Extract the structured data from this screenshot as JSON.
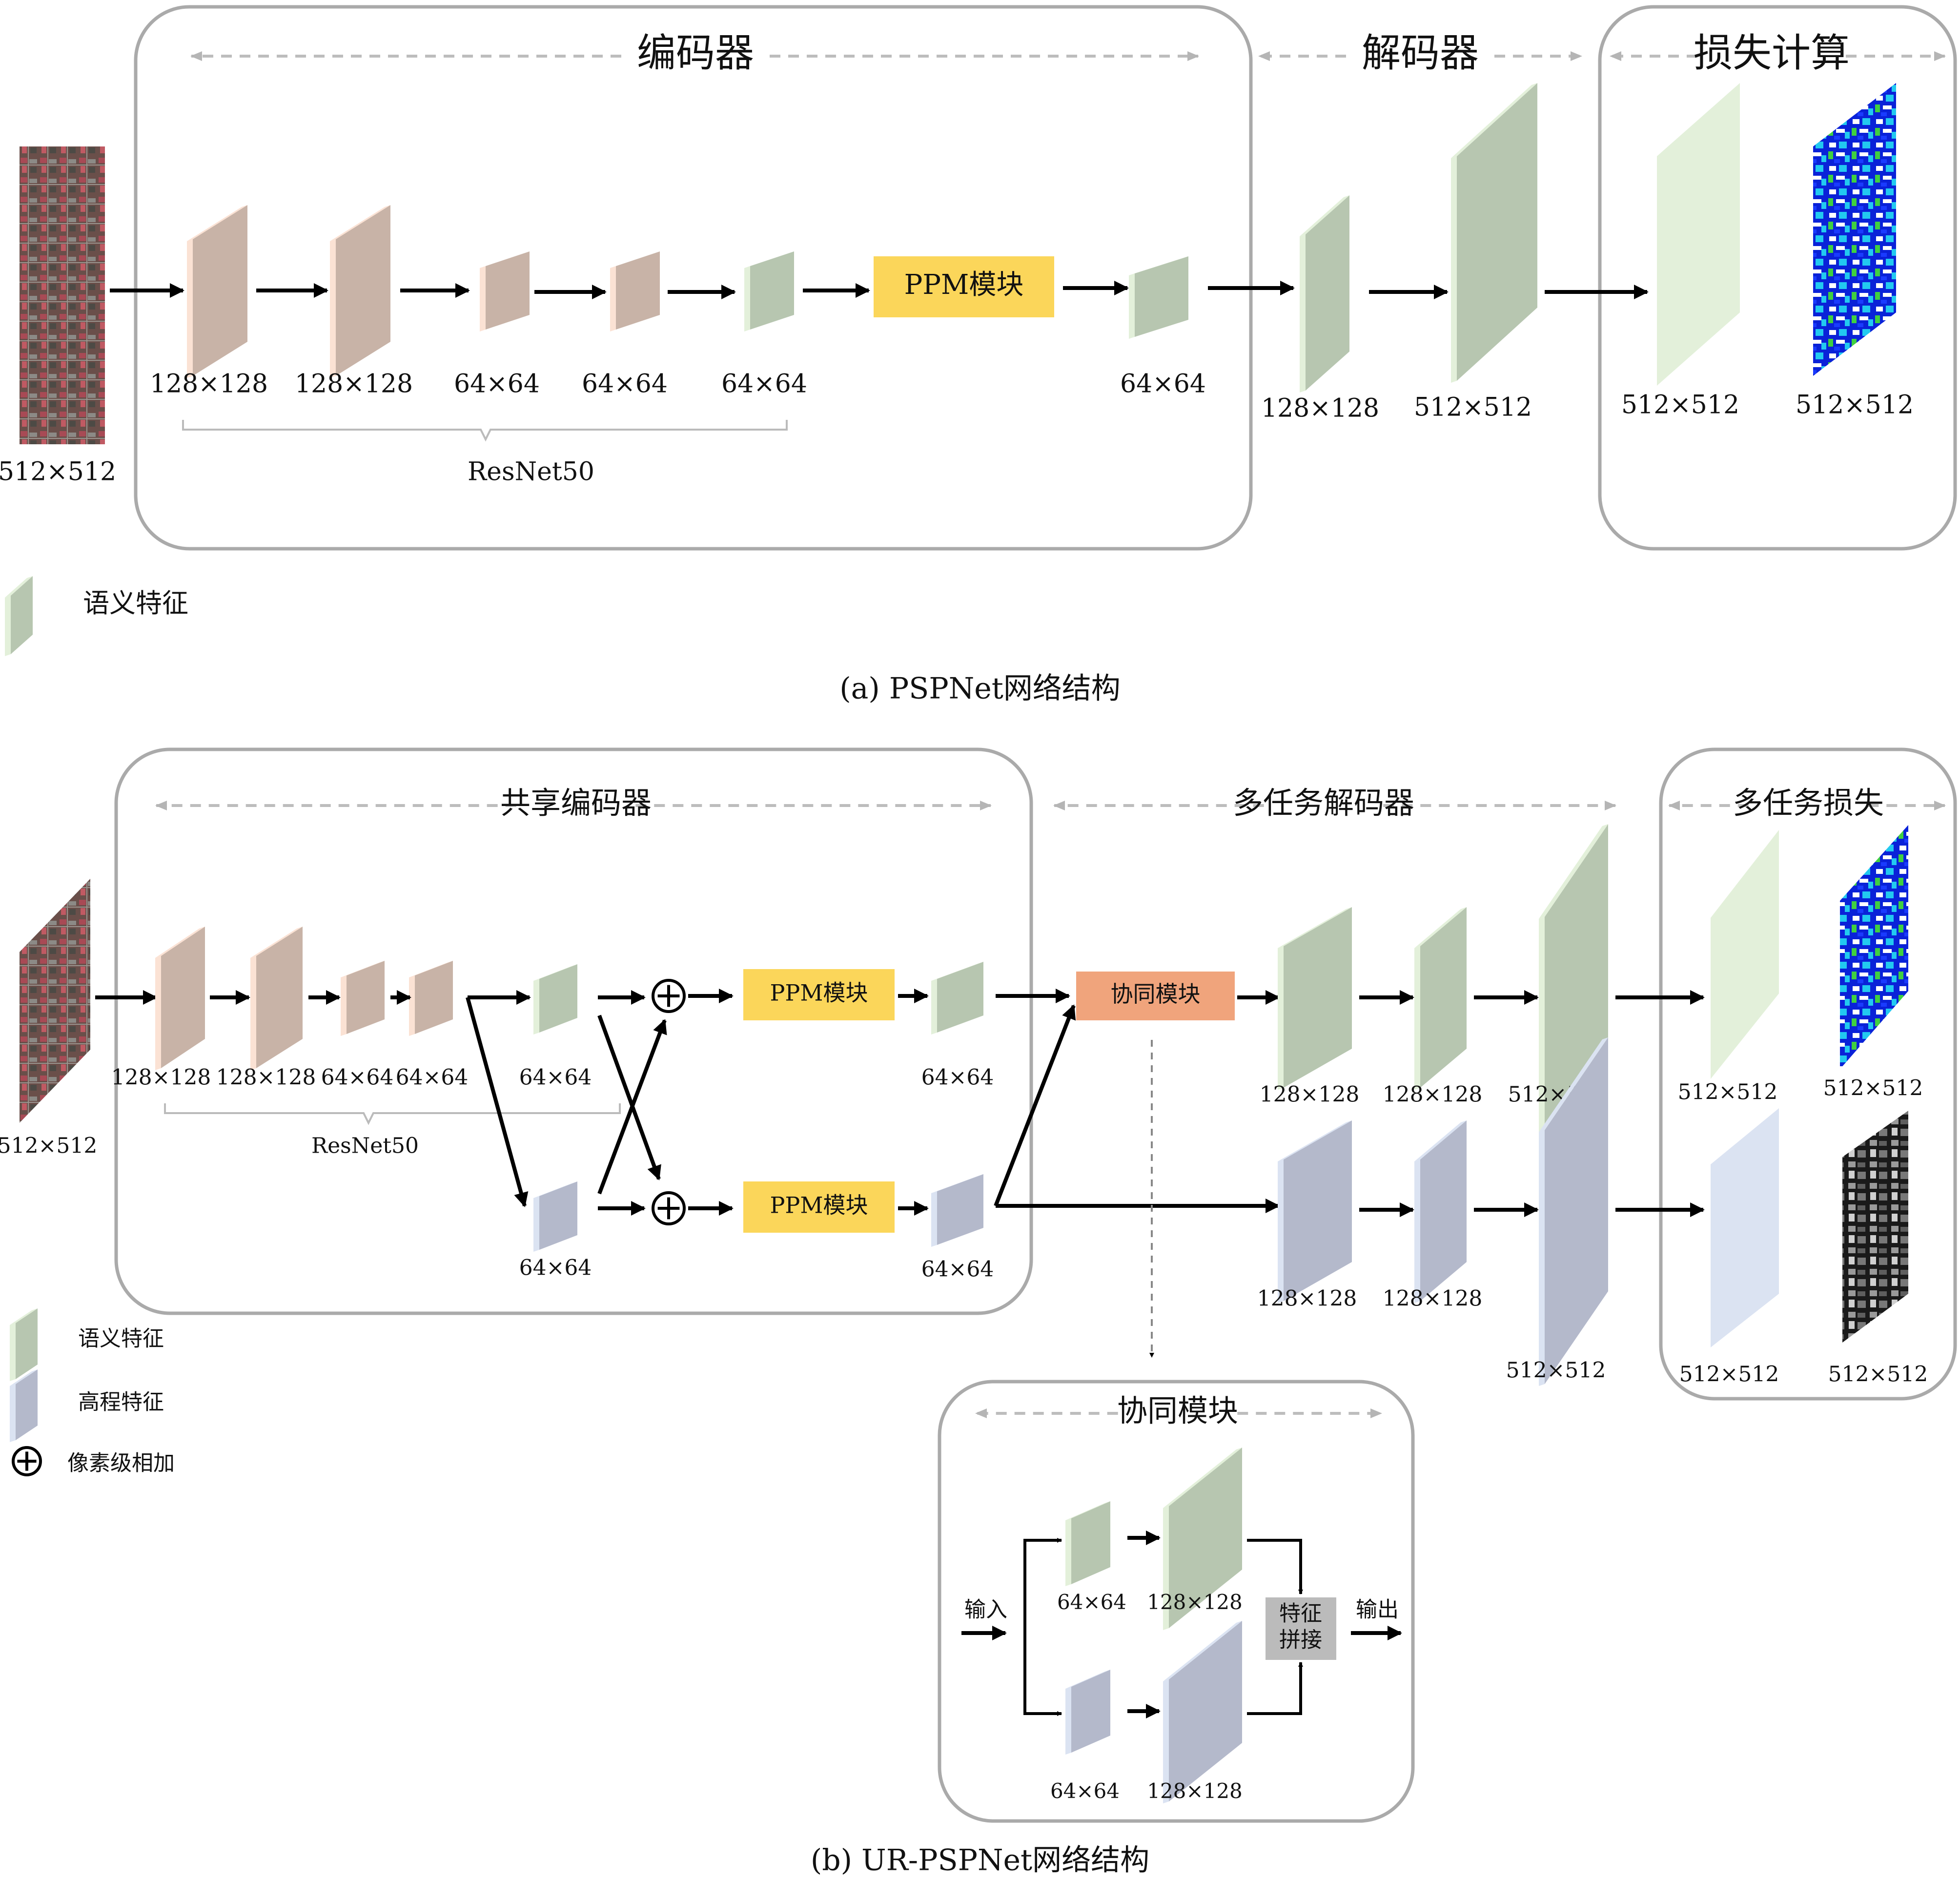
{
  "colors": {
    "frame": "#aaaaaa",
    "dash": "#bdbdbd",
    "arrow": "#000000",
    "ppm": "#fbd65a",
    "synergy": "#f0a47c",
    "concat": "#bbbbbb",
    "tan_front": "#fbe2d4",
    "tan_side": "#c8b3a7",
    "green_front": "#e3f0da",
    "green_side": "#b7c6b0",
    "blue_front": "#dbe3f2",
    "blue_side": "#b4b9cb"
  },
  "panel_a": {
    "input_size": "512×512",
    "encoder_title": "编码器",
    "decoder_title": "解码器",
    "loss_title": "损失计算",
    "encoder_sizes": [
      "128×128",
      "128×128",
      "64×64",
      "64×64",
      "64×64"
    ],
    "ppm_label": "PPM模块",
    "ppm_out_size": "64×64",
    "decoder_sizes": [
      "128×128",
      "512×512"
    ],
    "loss_sizes": [
      "512×512",
      "512×512"
    ],
    "backbone_label": "ResNet50",
    "legend_semantic": "语义特征",
    "caption": "(a) PSPNet网络结构"
  },
  "panel_b": {
    "input_size": "512×512",
    "encoder_title": "共享编码器",
    "decoder_title": "多任务解码器",
    "loss_title": "多任务损失",
    "encoder_sizes": [
      "128×128",
      "128×128",
      "64×64",
      "64×64"
    ],
    "branch_size": "64×64",
    "backbone_label": "ResNet50",
    "ppm_label": "PPM模块",
    "ppm_out_size": "64×64",
    "synergy_label": "协同模块",
    "decoder_top_sizes": [
      "128×128",
      "128×128",
      "512×512"
    ],
    "decoder_bottom_sizes": [
      "128×128",
      "128×128",
      "512×512"
    ],
    "loss_top_sizes": [
      "512×512",
      "512×512"
    ],
    "loss_bottom_sizes": [
      "512×512",
      "512×512"
    ],
    "legend_semantic": "语义特征",
    "legend_height": "高程特征",
    "legend_add": "像素级相加",
    "synergy_box": {
      "title": "协同模块",
      "input": "输入",
      "output": "输出",
      "concat_line1": "特征",
      "concat_line2": "拼接",
      "small_size": "64×64",
      "large_size": "128×128"
    },
    "caption": "(b) UR-PSPNet网络结构"
  }
}
